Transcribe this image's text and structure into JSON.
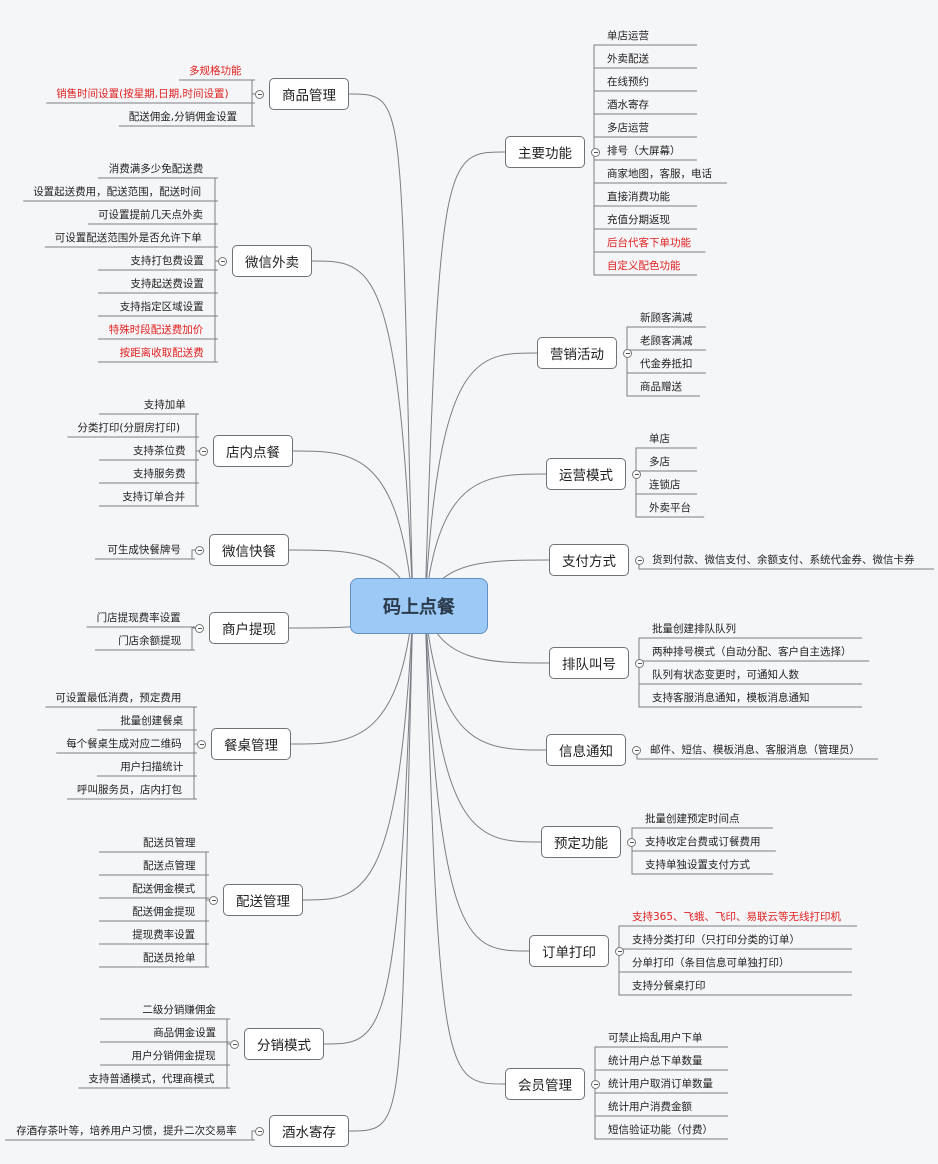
{
  "center": {
    "label": "码上点餐"
  },
  "branches": [
    {
      "label": "主要功能",
      "items": [
        "单店运营",
        "外卖配送",
        "在线预约",
        "酒水寄存",
        "多店运营",
        "排号（大屏幕）",
        "商家地图，客服，电话",
        "直接消费功能",
        "充值分期返现",
        "后台代客下单功能",
        "自定义配色功能"
      ],
      "red": [
        9,
        10
      ]
    },
    {
      "label": "营销活动",
      "items": [
        "新顾客满减",
        "老顾客满减",
        "代金券抵扣",
        "商品赠送"
      ],
      "red": []
    },
    {
      "label": "运营模式",
      "items": [
        "单店",
        "多店",
        "连锁店",
        "外卖平台"
      ],
      "red": []
    },
    {
      "label": "支付方式",
      "items": [
        "货到付款、微信支付、余额支付、系统代金券、微信卡券"
      ],
      "red": []
    },
    {
      "label": "排队叫号",
      "items": [
        "批量创建排队队列",
        "两种排号模式（自动分配、客户自主选择）",
        "队列有状态变更时，可通知人数",
        "支持客服消息通知，模板消息通知"
      ],
      "red": []
    },
    {
      "label": "信息通知",
      "items": [
        "邮件、短信、模板消息、客服消息（管理员）"
      ],
      "red": []
    },
    {
      "label": "预定功能",
      "items": [
        "批量创建预定时间点",
        "支持收定台费或订餐费用",
        "支持单独设置支付方式"
      ],
      "red": []
    },
    {
      "label": "订单打印",
      "items": [
        "支持365、飞蛾、飞印、易联云等无线打印机",
        "支持分类打印（只打印分类的订单）",
        "分单打印（条目信息可单独打印）",
        "支持分餐桌打印"
      ],
      "red": [
        0
      ]
    },
    {
      "label": "会员管理",
      "items": [
        "可禁止捣乱用户下单",
        "统计用户总下单数量",
        "统计用户取消订单数量",
        "统计用户消费金额",
        "短信验证功能（付费）"
      ],
      "red": []
    },
    {
      "label": "商品管理",
      "items": [
        "多规格功能",
        "销售时间设置(按星期,日期,时间设置)",
        "配送佣金,分销佣金设置"
      ],
      "red": [
        0,
        1
      ]
    },
    {
      "label": "微信外卖",
      "items": [
        "消费满多少免配送费",
        "设置起送费用，配送范围，配送时间",
        "可设置提前几天点外卖",
        "可设置配送范围外是否允许下单",
        "支持打包费设置",
        "支持起送费设置",
        "支持指定区域设置",
        "特殊时段配送费加价",
        "按距离收取配送费"
      ],
      "red": [
        7,
        8
      ]
    },
    {
      "label": "店内点餐",
      "items": [
        "支持加单",
        "分类打印(分厨房打印)",
        "支持茶位费",
        "支持服务费",
        "支持订单合并"
      ],
      "red": []
    },
    {
      "label": "微信快餐",
      "items": [
        "可生成快餐牌号"
      ],
      "red": []
    },
    {
      "label": "商户提现",
      "items": [
        "门店提现费率设置",
        "门店余额提现"
      ],
      "red": []
    },
    {
      "label": "餐桌管理",
      "items": [
        "可设置最低消费，预定费用",
        "批量创建餐桌",
        "每个餐桌生成对应二维码",
        "用户扫描统计",
        "呼叫服务员，店内打包"
      ],
      "red": []
    },
    {
      "label": "配送管理",
      "items": [
        "配送员管理",
        "配送点管理",
        "配送佣金模式",
        "配送佣金提现",
        "提现费率设置",
        "配送员抢单"
      ],
      "red": []
    },
    {
      "label": "分销模式",
      "items": [
        "二级分销赚佣金",
        "商品佣金设置",
        "用户分销佣金提现",
        "支持普通模式，代理商模式"
      ],
      "red": []
    },
    {
      "label": "酒水寄存",
      "items": [
        "存酒存茶叶等，培养用户习惯，提升二次交易率"
      ],
      "red": []
    }
  ],
  "colors": {
    "center_fill": "#9cc9f5",
    "center_border": "#5f90c6",
    "line": "#7a7f85",
    "highlight_text": "#e02020",
    "background": "#f5f6f8"
  }
}
